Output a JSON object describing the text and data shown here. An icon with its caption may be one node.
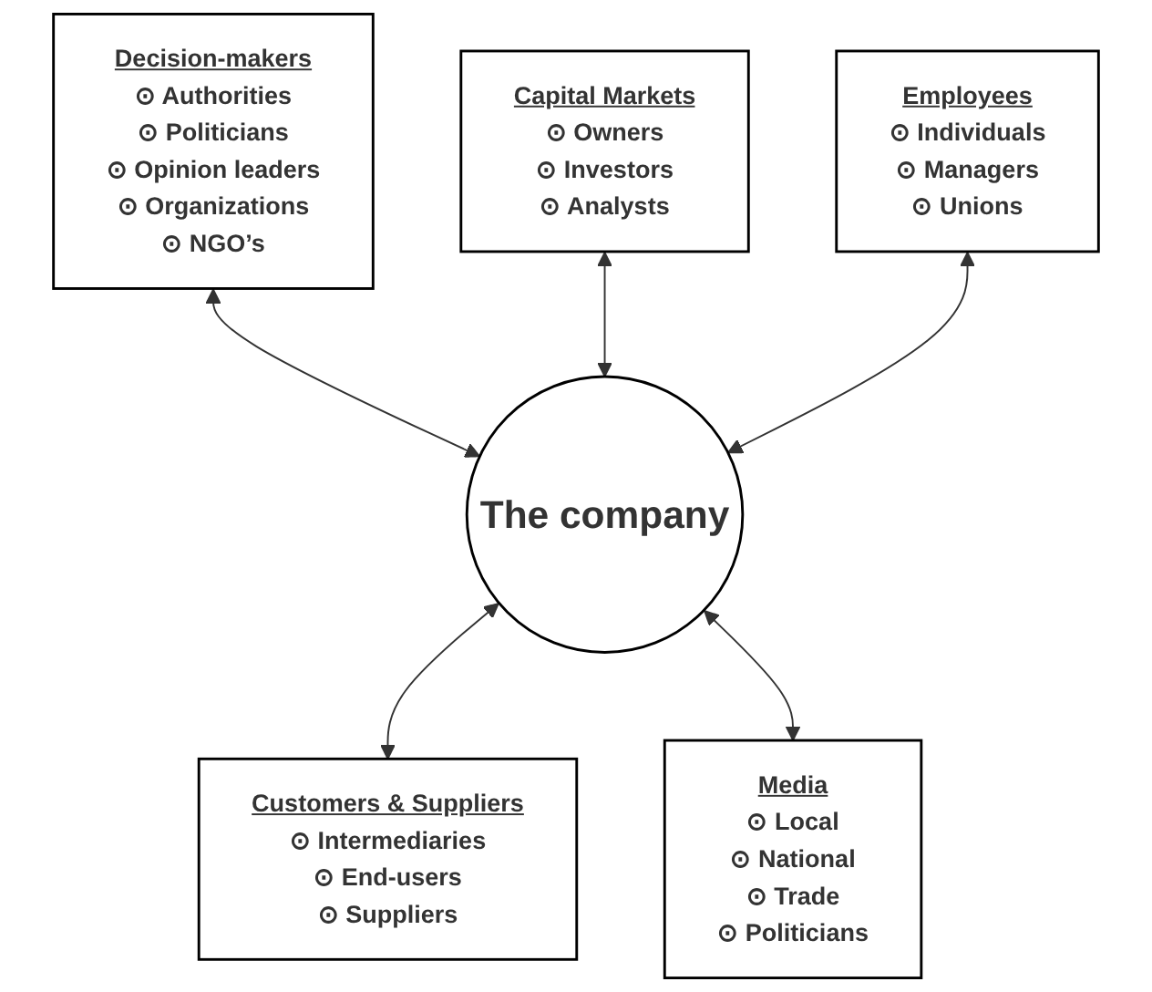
{
  "diagram": {
    "nodes": [
      {
        "text": [
          "The company"
        ]
      },
      {
        "text": [
          "Decision-makers",
          "⊙ Authorities",
          "⊙ Politicians",
          "⊙ Opinion leaders",
          "⊙ Organizations",
          "⊙ NGO’s"
        ]
      },
      {
        "text": [
          "Capital Markets",
          "⊙ Owners",
          "⊙ Investors",
          "⊙ Analysts"
        ]
      },
      {
        "text": [
          "Customers & Suppliers",
          "⊙ Intermediaries",
          "⊙ End-users",
          "⊙ Suppliers"
        ]
      },
      {
        "text": [
          "Employees",
          "⊙ Individuals",
          "⊙ Managers",
          "⊙ Unions"
        ]
      },
      {
        "text": [
          "Media",
          "⊙ Local",
          "⊙ National",
          "⊙ Trade",
          "⊙ Politicians"
        ]
      }
    ],
    "edges": [
      {
        "from": 1,
        "to": 0,
        "arrow": "both"
      },
      {
        "from": 2,
        "to": 0,
        "arrow": "both"
      },
      {
        "from": 0,
        "to": 3,
        "arrow": "both"
      },
      {
        "from": 4,
        "to": 0,
        "arrow": "both"
      },
      {
        "from": 0,
        "to": 5,
        "arrow": "both"
      }
    ]
  }
}
